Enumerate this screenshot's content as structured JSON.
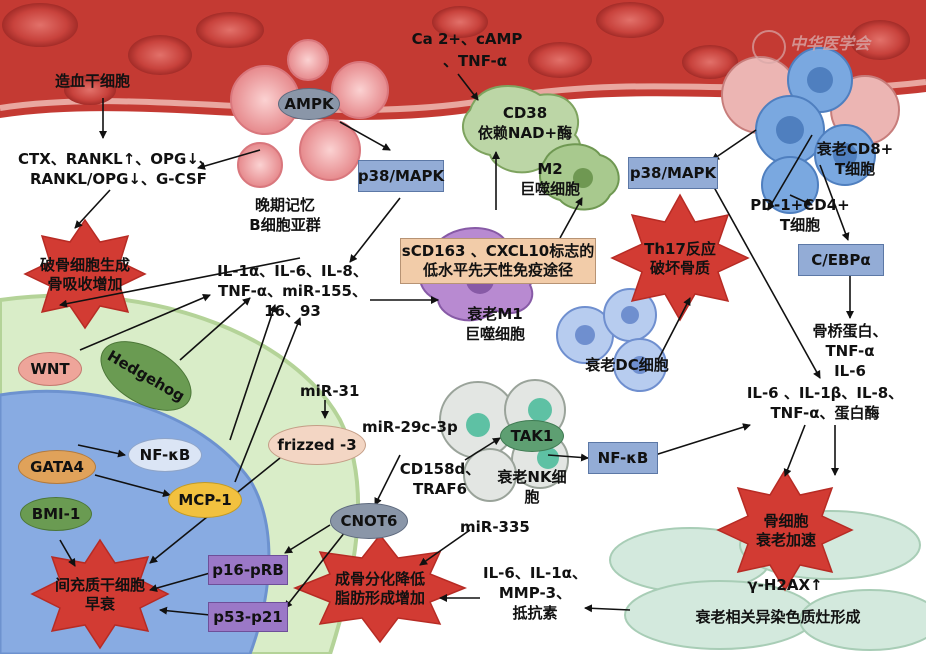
{
  "labels": {
    "hsc": "造血干细胞",
    "ctx_line1": "CTX、RANKL↑、OPG↓、",
    "ctx_line2": "RANKL/OPG↓、G-CSF",
    "ca_line1": "Ca 2+、cAMP",
    "ca_line2": "、TNF-α",
    "cd38_line1": "CD38",
    "cd38_line2": "依赖NAD+酶",
    "m2_line1": "M2",
    "m2_line2": "巨噬细胞",
    "memory_b_line1": "晚期记忆",
    "memory_b_line2": "B细胞亚群",
    "cd8_line1": "衰老CD8+",
    "cd8_line2": "T细胞",
    "cd4_line1": "PD-1+CD4+",
    "cd4_line2": "T细胞",
    "il_group1_line1": "IL-1α、IL-6、IL-8、",
    "il_group1_line2": "TNF-α、miR-155、",
    "il_group1_line3": "16、93",
    "m1_line1": "衰老M1",
    "m1_line2": "巨噬细胞",
    "dc": "衰老DC细胞",
    "osteo_line1": "骨桥蛋白、",
    "osteo_line2": "TNF-α",
    "osteo_line3": "IL-6",
    "il_group2_line1": "IL-6 、IL-1β、IL-8、",
    "il_group2_line2": "TNF-α、蛋白酶",
    "mir31": "miR-31",
    "mir29": "miR-29c-3p",
    "cd158_line1": "CD158d、",
    "cd158_line2": "TRAF6",
    "nk_line1": "衰老NK细",
    "nk_line2": "胞",
    "mir335": "miR-335",
    "il_group3_line1": "IL-6、IL-1α、",
    "il_group3_line2": "MMP-3、",
    "il_group3_line3": "抵抗素",
    "gamma": "γ-H2AX↑",
    "heterochromatin": "衰老相关异染色质灶形成",
    "watermark": "中华医学会"
  },
  "boxes": {
    "p38_left": "p38/MAPK",
    "p38_right": "p38/MAPK",
    "cebp": "C/EBPα",
    "nfkb_right": "NF-κB",
    "p16": "p16-pRB",
    "p53": "p53-p21",
    "scd163_line1": "sCD163 、CXCL10标志的",
    "scd163_line2": "低水平先天性免疫途径"
  },
  "ellipses": {
    "ampk": "AMPK",
    "wnt": "WNT",
    "hedgehog": "Hedgehog",
    "nfkb_left": "NF-κB",
    "frizzled": "frizzed -3",
    "gata4": "GATA4",
    "mcp1": "MCP-1",
    "bmi1": "BMI-1",
    "cnot6": "CNOT6",
    "tak1": "TAK1"
  },
  "stars": {
    "osteoclast_line1": "破骨细胞生成",
    "osteoclast_line2": "骨吸收增加",
    "th17_line1": "Th17反应",
    "th17_line2": "破坏骨质",
    "osteocyte_line1": "骨细胞",
    "osteocyte_line2": "衰老加速",
    "osteogenic_line1": "成骨分化降低",
    "osteogenic_line2": "脂肪形成增加",
    "msc_line1": "间充质干细胞",
    "msc_line2": "早衰"
  },
  "colors": {
    "vessel": "#b8342f",
    "star": "#d23b33",
    "box_blue": "#93acd6",
    "box_purple": "#9b78c7",
    "ellipse_green": "#6a9b52",
    "ellipse_tan": "#e7b78a",
    "ellipse_orange": "#e0a25a",
    "ellipse_yellow": "#f2c13f",
    "ellipse_gray": "#8a96a8",
    "ellipse_pink": "#eea59a"
  }
}
